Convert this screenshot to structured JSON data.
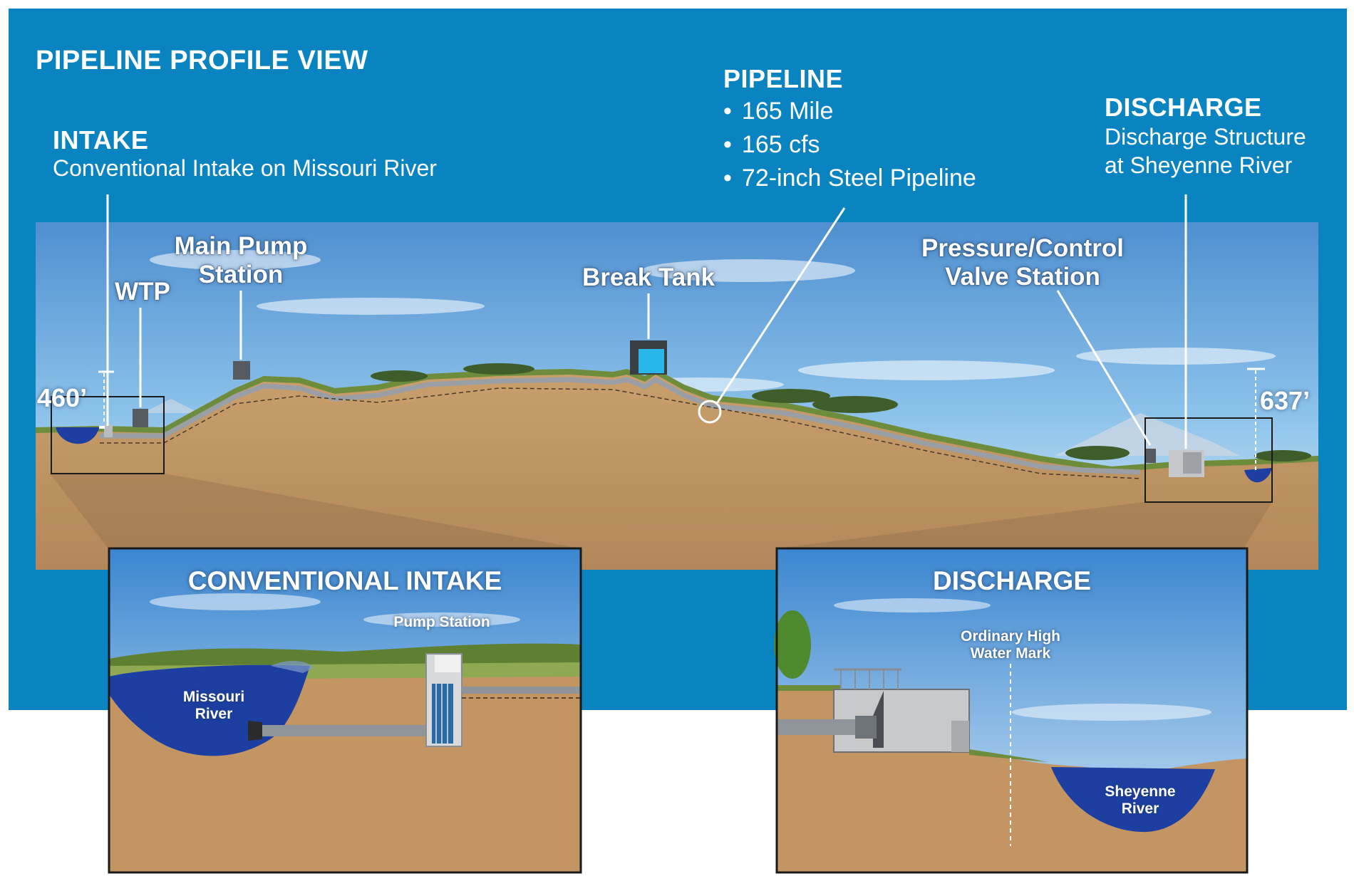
{
  "header": {
    "title": "PIPELINE PROFILE VIEW"
  },
  "intake_callout": {
    "heading": "INTAKE",
    "subtext": "Conventional Intake on Missouri River"
  },
  "pipeline_callout": {
    "heading": "PIPELINE",
    "bullets": [
      "165 Mile",
      "165 cfs",
      "72-inch Steel Pipeline"
    ]
  },
  "discharge_callout": {
    "heading": "DISCHARGE",
    "subtext_line1": "Discharge Structure",
    "subtext_line2": "at Sheyenne River"
  },
  "profile_labels": {
    "main_pump_line1": "Main Pump",
    "main_pump_line2": "Station",
    "wtp": "WTP",
    "break_tank": "Break Tank",
    "pcv_line1": "Pressure/Control",
    "pcv_line2": "Valve Station",
    "elev_left": "460’",
    "elev_right": "637’"
  },
  "inset_intake": {
    "title": "CONVENTIONAL INTAKE",
    "river_line1": "Missouri",
    "river_line2": "River",
    "pump_station": "Pump Station"
  },
  "inset_discharge": {
    "title": "DISCHARGE",
    "ohwm_line1": "Ordinary High",
    "ohwm_line2": "Water Mark",
    "river_line1": "Sheyenne",
    "river_line2": "River"
  },
  "colors": {
    "banner_blue": "#0a84c1",
    "soil": "#c39563",
    "grass": "#6e8d3c",
    "pipe": "#9a9fa6",
    "water": "#1d3fa2",
    "tank_blue": "#2ab6e6"
  }
}
